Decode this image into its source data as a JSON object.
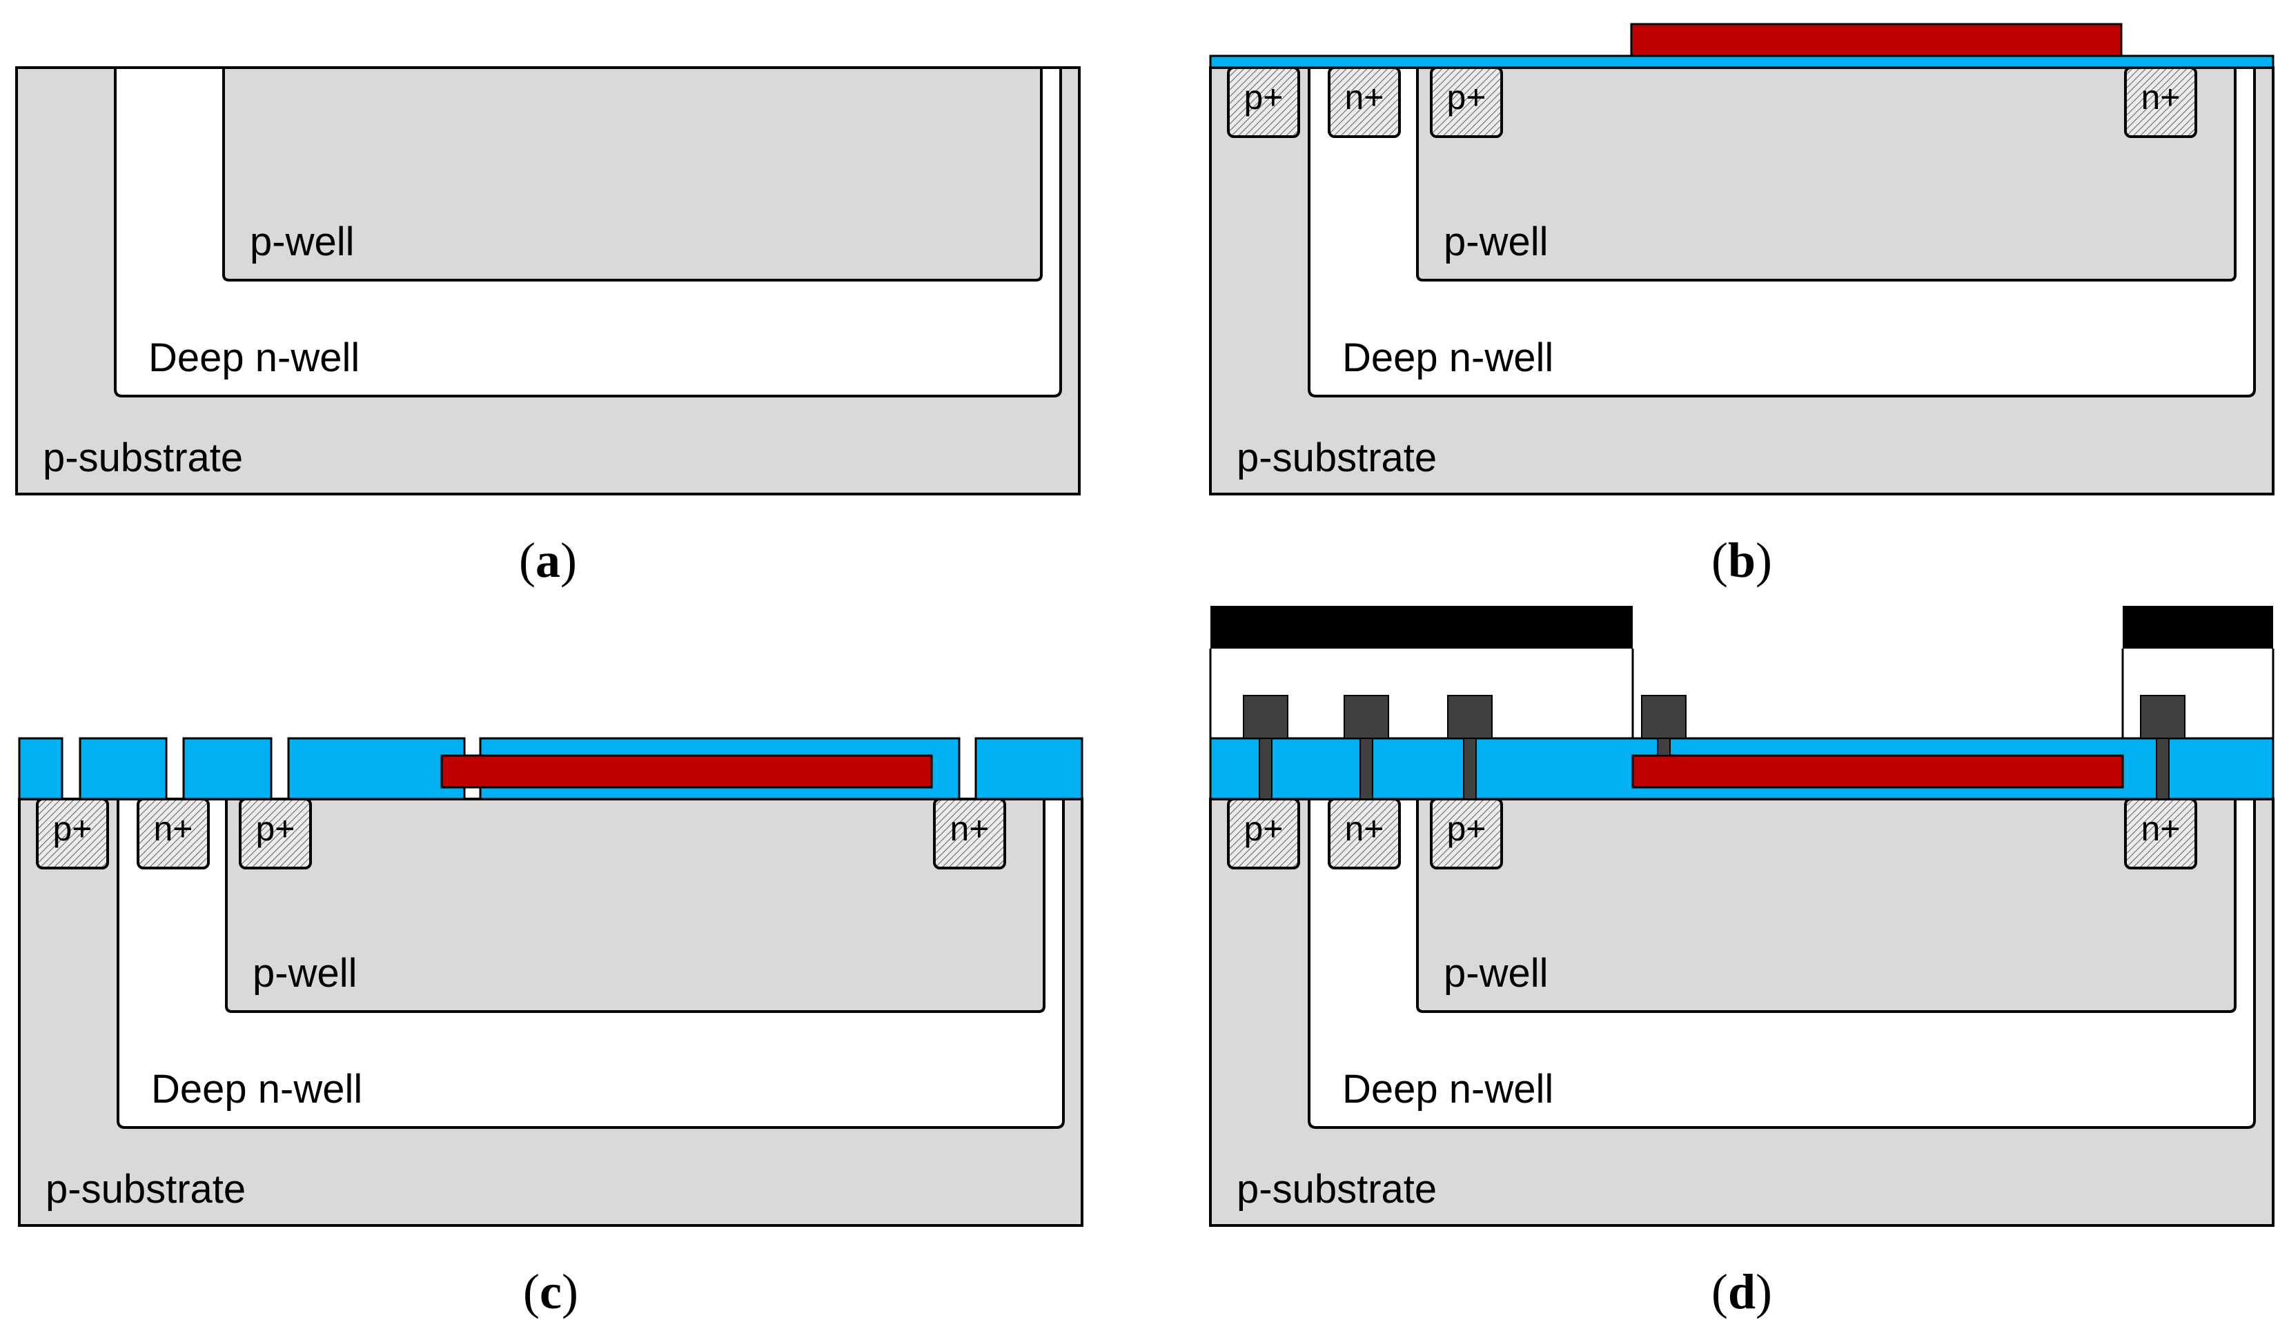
{
  "panels": [
    {
      "id": "a",
      "caption_letter": "a",
      "labels": {
        "p_well": "p-well",
        "deep_n_well": "Deep n-well",
        "p_substrate": "p-substrate"
      },
      "implants": [],
      "layers": {
        "oxide": false,
        "gate": false,
        "contacts": false,
        "metal": false
      }
    },
    {
      "id": "b",
      "caption_letter": "b",
      "labels": {
        "p_well": "p-well",
        "deep_n_well": "Deep n-well",
        "p_substrate": "p-substrate"
      },
      "implants": [
        "p+",
        "n+",
        "p+",
        "n+"
      ],
      "layers": {
        "oxide": "thin",
        "gate": true,
        "contacts": false,
        "metal": false
      }
    },
    {
      "id": "c",
      "caption_letter": "c",
      "labels": {
        "p_well": "p-well",
        "deep_n_well": "Deep n-well",
        "p_substrate": "p-substrate"
      },
      "implants": [
        "p+",
        "n+",
        "p+",
        "n+"
      ],
      "layers": {
        "oxide": "thick-openings",
        "gate": true,
        "contacts": false,
        "metal": false
      }
    },
    {
      "id": "d",
      "caption_letter": "d",
      "labels": {
        "p_well": "p-well",
        "deep_n_well": "Deep n-well",
        "p_substrate": "p-substrate"
      },
      "implants": [
        "p+",
        "n+",
        "p+",
        "n+"
      ],
      "layers": {
        "oxide": "thick-filled",
        "gate": true,
        "contacts": true,
        "metal": true
      }
    }
  ],
  "colors": {
    "substrate": "#d9d9d9",
    "deep_n_well": "#ffffff",
    "p_well": "#d9d9d9",
    "oxide": "#00b0f0",
    "gate": "#c00000",
    "contact": "#404040",
    "metal": "#000000",
    "outline": "#000000"
  }
}
